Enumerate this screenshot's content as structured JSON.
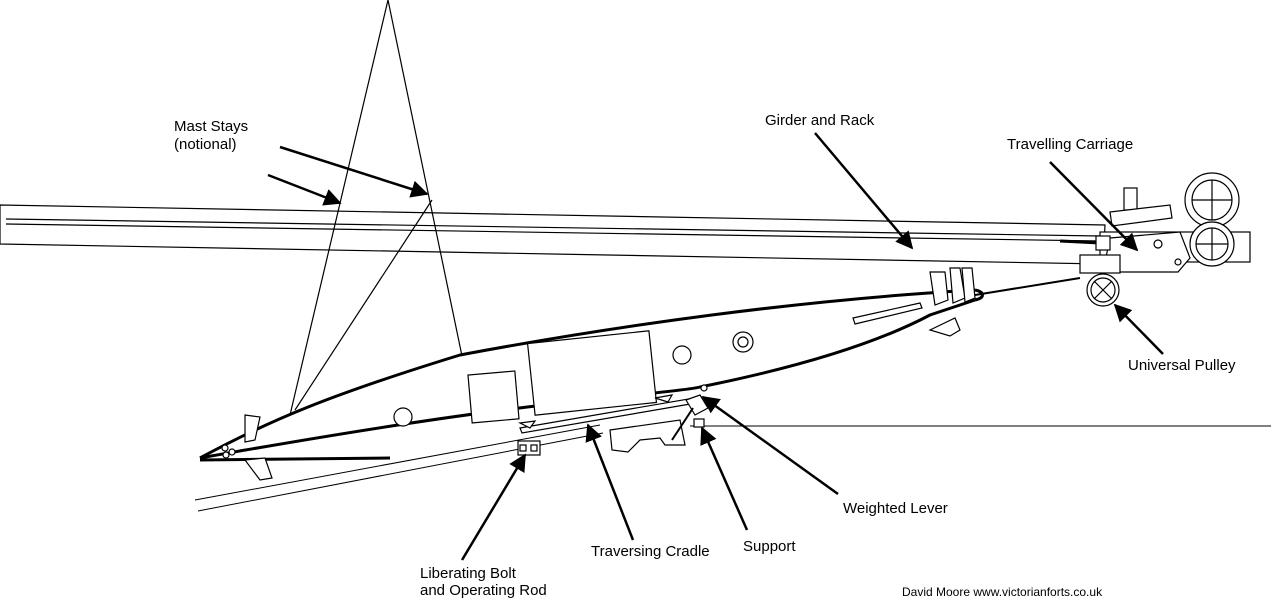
{
  "diagram": {
    "labels": {
      "mast_stays_line1": "Mast Stays",
      "mast_stays_line2": "(notional)",
      "girder_and_rack": "Girder and Rack",
      "travelling_carriage": "Travelling Carriage",
      "universal_pulley": "Universal Pulley",
      "weighted_lever": "Weighted Lever",
      "support": "Support",
      "traversing_cradle": "Traversing Cradle",
      "liberating_bolt_line1": "Liberating Bolt",
      "liberating_bolt_line2": "and Operating Rod"
    },
    "credit": "David Moore www.victorianforts.co.uk"
  },
  "colors": {
    "ink": "#000000",
    "background": "#ffffff"
  }
}
